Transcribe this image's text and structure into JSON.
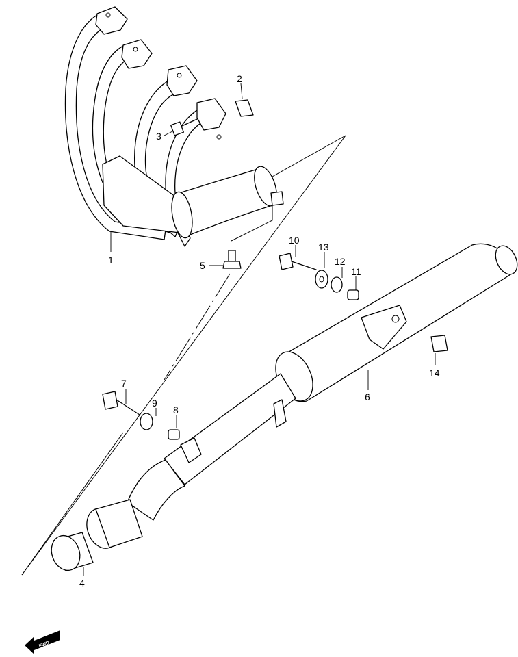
{
  "callouts": {
    "p1": "1",
    "p2": "2",
    "p3": "3",
    "p4": "4",
    "p5": "5",
    "p6": "6",
    "p7": "7",
    "p8": "8",
    "p9": "9",
    "p10": "10",
    "p11": "11",
    "p12": "12",
    "p13": "13",
    "p14": "14"
  },
  "fwd_indicator": {
    "label": "FWD"
  },
  "colors": {
    "line": "#000000",
    "background": "#ffffff"
  }
}
